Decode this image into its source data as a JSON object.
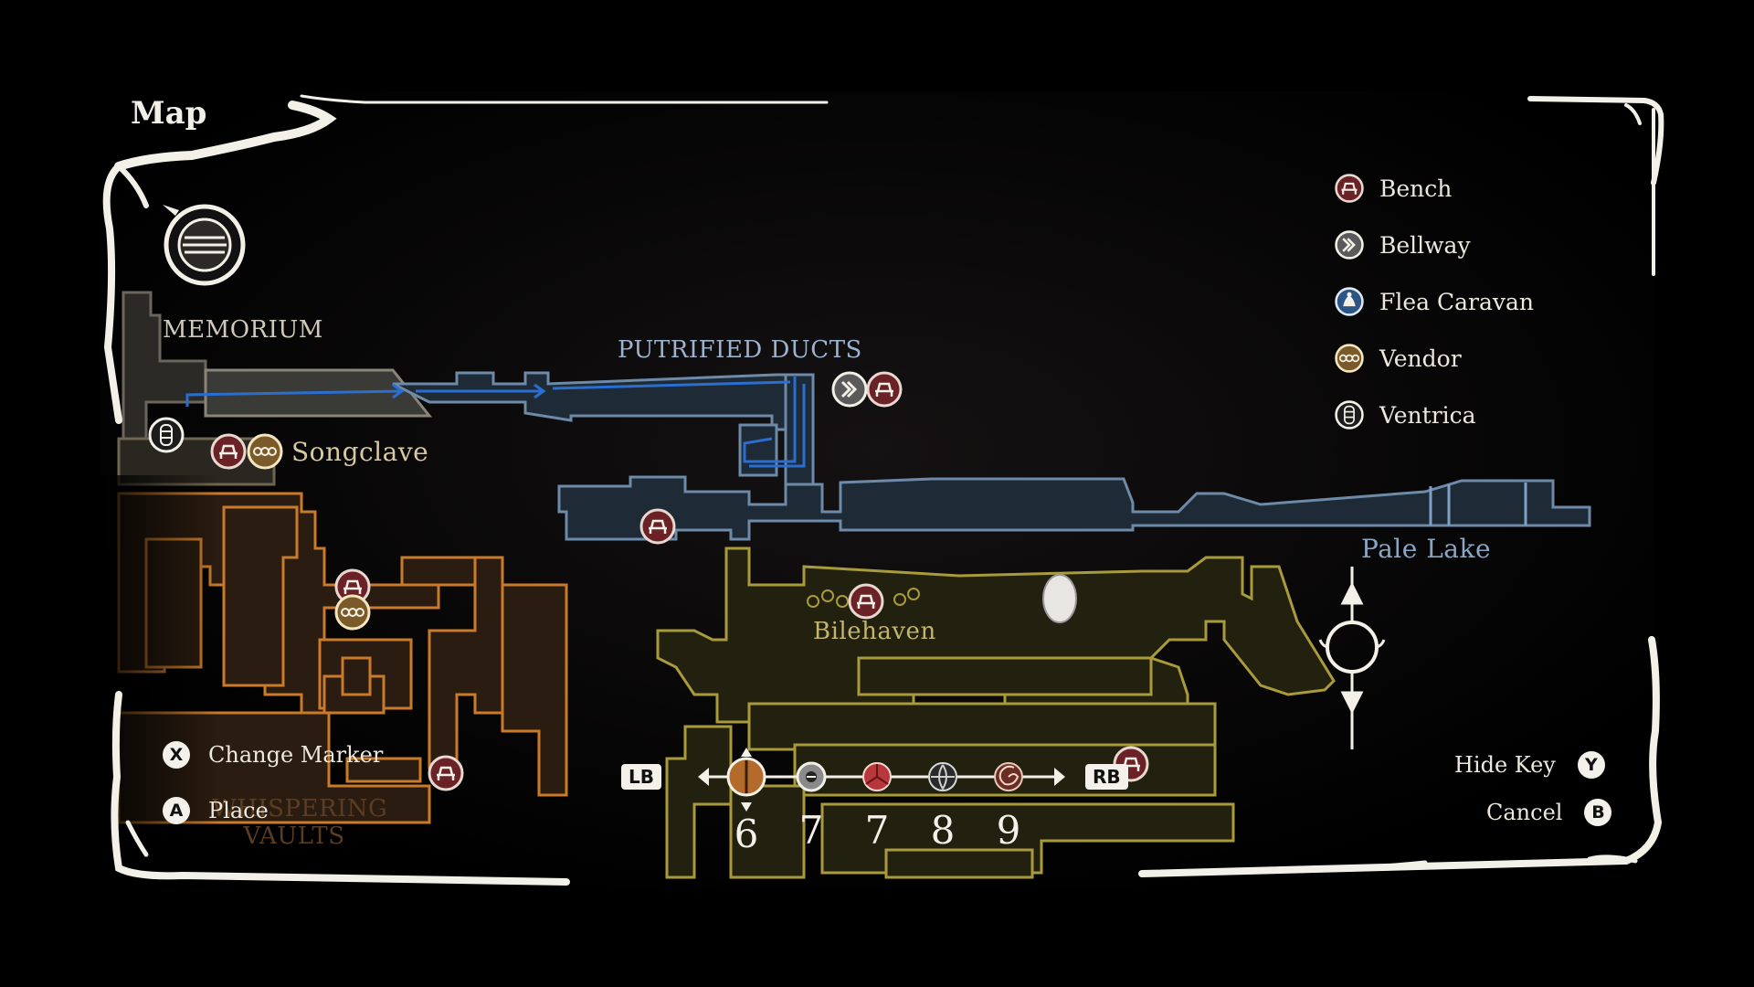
{
  "screen": {
    "title": "Map"
  },
  "areas": {
    "memorium": "MEMORIUM",
    "putrified_ducts": "PUTRIFIED DUCTS",
    "songclave": "Songclave",
    "bilehaven": "Bilehaven",
    "pale_lake": "Pale Lake",
    "whispering_vaults": "WHISPERING VAULTS"
  },
  "legend": [
    {
      "label": "Bench",
      "icon": "bench-icon",
      "color": "#7a2a2e"
    },
    {
      "label": "Bellway",
      "icon": "bellway-icon",
      "color": "#8a8a8a"
    },
    {
      "label": "Flea Caravan",
      "icon": "flea-caravan-icon",
      "color": "#3f6c9e"
    },
    {
      "label": "Vendor",
      "icon": "vendor-icon",
      "color": "#8a6a32"
    },
    {
      "label": "Ventrica",
      "icon": "ventrica-icon",
      "color": "#444444"
    }
  ],
  "controls_left": [
    {
      "button": "X",
      "label": "Change Marker"
    },
    {
      "button": "A",
      "label": "Place"
    }
  ],
  "controls_right": [
    {
      "button": "Y",
      "label": "Hide Key"
    },
    {
      "button": "B",
      "label": "Cancel"
    }
  ],
  "marker_selector": {
    "left_shoulder": "LB",
    "right_shoulder": "RB",
    "markers": [
      {
        "count": "6",
        "icon": "shell-marker-icon",
        "selected": true
      },
      {
        "count": "7",
        "icon": "ring-marker-icon",
        "selected": false
      },
      {
        "count": "7",
        "icon": "red-marker-icon",
        "selected": false
      },
      {
        "count": "8",
        "icon": "dark-marker-icon",
        "selected": false
      },
      {
        "count": "9",
        "icon": "spiral-marker-icon",
        "selected": false
      }
    ]
  },
  "colors": {
    "orange_region": "#c97a2a",
    "yellow_region": "#a99a3c",
    "blue_region": "#6d8aa8",
    "route": "#2a6fd0",
    "frame": "#f3f0e8"
  }
}
